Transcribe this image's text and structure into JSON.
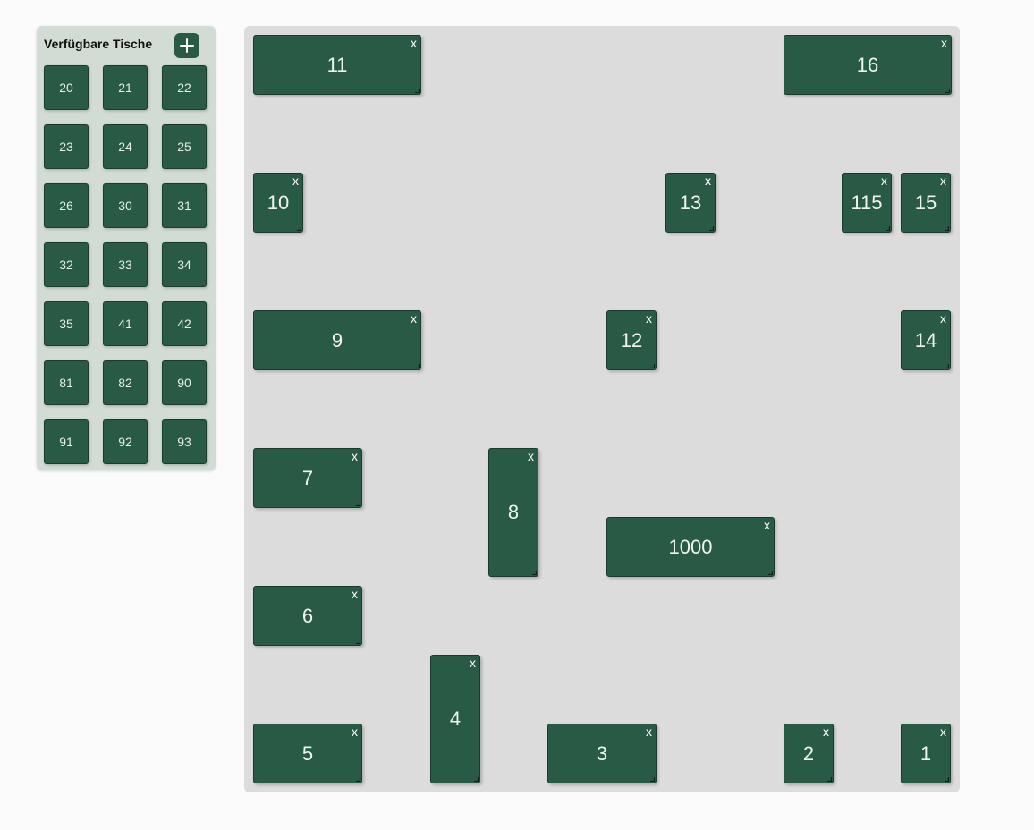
{
  "sidebar": {
    "title": "Verfügbare Tische",
    "add_icon": "plus-icon",
    "tables": [
      "20",
      "21",
      "22",
      "23",
      "24",
      "25",
      "26",
      "30",
      "31",
      "32",
      "33",
      "34",
      "35",
      "41",
      "42",
      "81",
      "82",
      "90",
      "91",
      "92",
      "93"
    ]
  },
  "floor": {
    "remove_label": "x",
    "resize_icon": "resize-grip-icon",
    "tables": [
      {
        "id": "11",
        "label": "11"
      },
      {
        "id": "16",
        "label": "16"
      },
      {
        "id": "10",
        "label": "10"
      },
      {
        "id": "13",
        "label": "13"
      },
      {
        "id": "115",
        "label": "115"
      },
      {
        "id": "15",
        "label": "15"
      },
      {
        "id": "9",
        "label": "9"
      },
      {
        "id": "12",
        "label": "12"
      },
      {
        "id": "14",
        "label": "14"
      },
      {
        "id": "7",
        "label": "7"
      },
      {
        "id": "8",
        "label": "8"
      },
      {
        "id": "1000",
        "label": "1000"
      },
      {
        "id": "6",
        "label": "6"
      },
      {
        "id": "4",
        "label": "4"
      },
      {
        "id": "5",
        "label": "5"
      },
      {
        "id": "3",
        "label": "3"
      },
      {
        "id": "2",
        "label": "2"
      },
      {
        "id": "1",
        "label": "1"
      }
    ]
  },
  "colors": {
    "table": "#285a45",
    "sidebar_bg": "#d2dcd4",
    "floor_bg": "#dcdcdc"
  }
}
